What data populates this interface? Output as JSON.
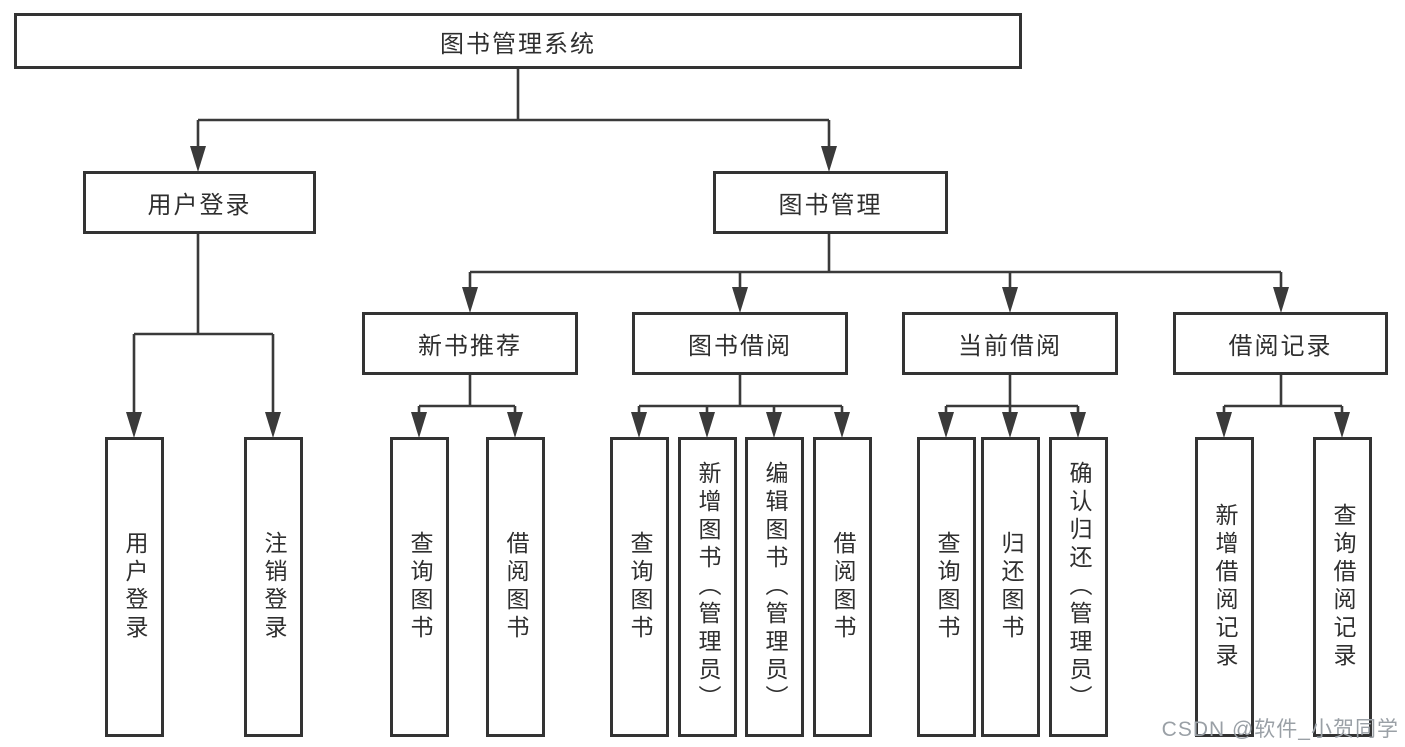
{
  "nodes": {
    "root": {
      "label": "图书管理系统"
    },
    "user_login": {
      "label": "用户登录"
    },
    "book_mgmt": {
      "label": "图书管理"
    },
    "new_book_rec": {
      "label": "新书推荐"
    },
    "book_borrow": {
      "label": "图书借阅"
    },
    "current_borrow": {
      "label": "当前借阅"
    },
    "borrow_record": {
      "label": "借阅记录"
    },
    "leaf_user_login": {
      "label": "用户登录"
    },
    "leaf_logout_login": {
      "label": "注销登录"
    },
    "leaf_query_book_a": {
      "label": "查询图书"
    },
    "leaf_borrow_book_a": {
      "label": "借阅图书"
    },
    "leaf_query_book_b": {
      "label": "查询图书"
    },
    "leaf_add_book_admin": {
      "label": "新增图书（管理员）"
    },
    "leaf_edit_book_admin": {
      "label": "编辑图书（管理员）"
    },
    "leaf_borrow_book_b": {
      "label": "借阅图书"
    },
    "leaf_query_book_c": {
      "label": "查询图书"
    },
    "leaf_return_book": {
      "label": "归还图书"
    },
    "leaf_confirm_return_admin": {
      "label": "确认归还（管理员）"
    },
    "leaf_add_borrow_record": {
      "label": "新增借阅记录"
    },
    "leaf_query_borrow_record": {
      "label": "查询借阅记录"
    }
  },
  "watermark": {
    "text": "CSDN @软件_小贺同学"
  },
  "colors": {
    "line": "#3a3a3a",
    "box_border": "#333333",
    "text": "#2f2f2f",
    "watermark": "#9aa0a6",
    "background": "#ffffff"
  }
}
